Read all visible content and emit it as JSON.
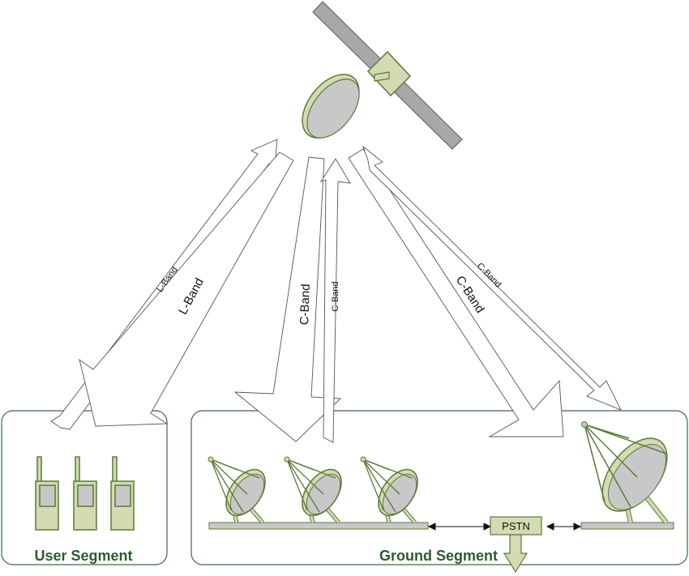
{
  "segments": {
    "user": "User Segment",
    "ground": "Ground Segment"
  },
  "links": {
    "l_band_small": "L-Band",
    "l_band_large": "L-Band",
    "c_band_center_large": "C-Band",
    "c_band_center_small": "C-Band",
    "c_band_right_large": "C-Band",
    "c_band_right_small": "C-Band"
  },
  "network": {
    "pstn": "PSTN"
  },
  "colors": {
    "equipment_fill": "#d4dbb2",
    "equipment_stroke": "#5a7a3a",
    "dish_face": "#c8c8c8",
    "panel_gray": "#a8a8a8",
    "segment_border": "#3d6b3d",
    "label_green": "#2f5a2f"
  },
  "icons": [
    "satellite-icon",
    "handheld-phone-icon",
    "dish-antenna-icon",
    "pstn-box-icon"
  ]
}
